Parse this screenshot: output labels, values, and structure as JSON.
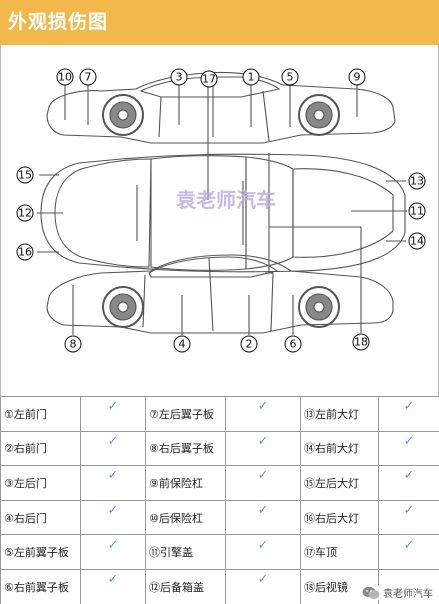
{
  "header": {
    "title": "外观损伤图"
  },
  "watermark": "袁老师汽车",
  "diagram_labels": [
    {
      "id": "10",
      "glyph": "⑩"
    },
    {
      "id": "7",
      "glyph": "⑦"
    },
    {
      "id": "3",
      "glyph": "③"
    },
    {
      "id": "17",
      "glyph": "⑰"
    },
    {
      "id": "1",
      "glyph": "①"
    },
    {
      "id": "5",
      "glyph": "⑤"
    },
    {
      "id": "9",
      "glyph": "⑨"
    },
    {
      "id": "15",
      "glyph": "⑮"
    },
    {
      "id": "13",
      "glyph": "⑬"
    },
    {
      "id": "12",
      "glyph": "⑫"
    },
    {
      "id": "11",
      "glyph": "⑪"
    },
    {
      "id": "16",
      "glyph": "⑯"
    },
    {
      "id": "14",
      "glyph": "⑭"
    },
    {
      "id": "8",
      "glyph": "⑧"
    },
    {
      "id": "4",
      "glyph": "④"
    },
    {
      "id": "2",
      "glyph": "②"
    },
    {
      "id": "6",
      "glyph": "⑥"
    },
    {
      "id": "18",
      "glyph": "⑱"
    }
  ],
  "check_mark": "✓",
  "table": {
    "rows": [
      [
        {
          "label": "①左前门"
        },
        {
          "label": "⑦左后翼子板"
        },
        {
          "label": "⑬左前大灯"
        }
      ],
      [
        {
          "label": "②右前门"
        },
        {
          "label": "⑧右后翼子板"
        },
        {
          "label": "⑭右前大灯"
        }
      ],
      [
        {
          "label": "③左后门"
        },
        {
          "label": "⑨前保险杠"
        },
        {
          "label": "⑮左后大灯"
        }
      ],
      [
        {
          "label": "④右后门"
        },
        {
          "label": "⑩后保险杠"
        },
        {
          "label": "⑯右后大灯"
        }
      ],
      [
        {
          "label": "⑤左前翼子板"
        },
        {
          "label": "⑪引擎盖"
        },
        {
          "label": "⑰车顶"
        }
      ],
      [
        {
          "label": "⑥右前翼子板"
        },
        {
          "label": "⑫后备箱盖"
        },
        {
          "label": "⑱后视镜"
        }
      ]
    ]
  },
  "footer": {
    "account": "袁老师汽车"
  }
}
